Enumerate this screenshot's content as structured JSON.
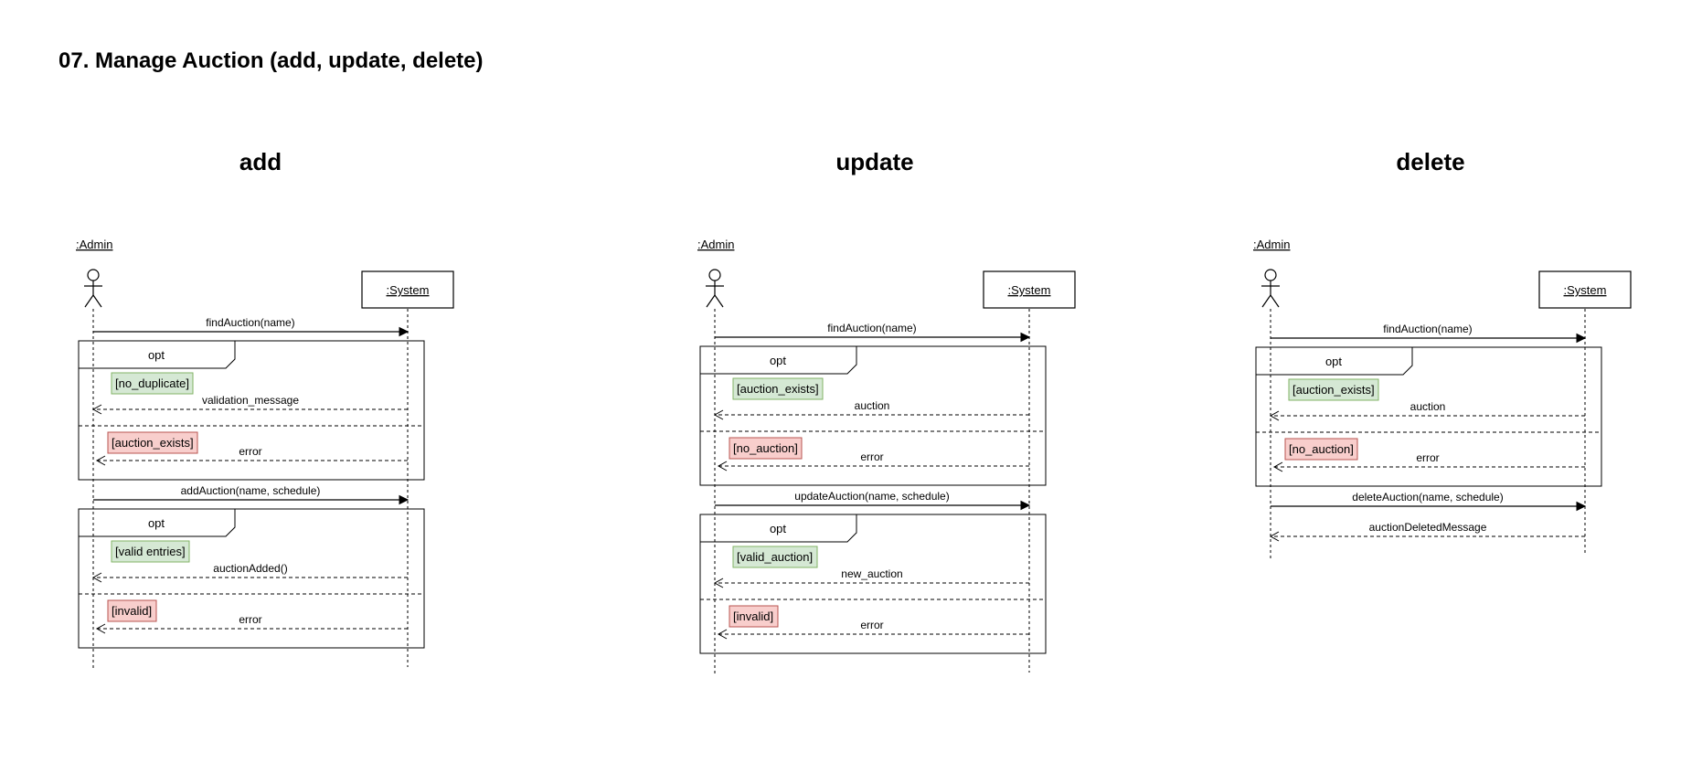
{
  "page": {
    "title": "07. Manage Auction (add, update, delete)"
  },
  "colors": {
    "guard_ok_fill": "#d5e8d4",
    "guard_ok_stroke": "#82b366",
    "guard_err_fill": "#f8cecc",
    "guard_err_stroke": "#b85450"
  },
  "sections": [
    {
      "title": "add",
      "actor": ":Admin",
      "system": ":System",
      "blocks": [
        {
          "call": "findAuction(name)",
          "opt": "opt",
          "branches": [
            {
              "guard": "[no_duplicate]",
              "status": "ok",
              "reply": "validation_message"
            },
            {
              "guard": "[auction_exists]",
              "status": "error",
              "reply": "error"
            }
          ]
        },
        {
          "call": "addAuction(name, schedule)",
          "opt": "opt",
          "branches": [
            {
              "guard": "[valid entries]",
              "status": "ok",
              "reply": "auctionAdded()"
            },
            {
              "guard": "[invalid]",
              "status": "error",
              "reply": "error"
            }
          ]
        }
      ]
    },
    {
      "title": "update",
      "actor": ":Admin",
      "system": ":System",
      "blocks": [
        {
          "call": "findAuction(name)",
          "opt": "opt",
          "branches": [
            {
              "guard": "[auction_exists]",
              "status": "ok",
              "reply": "auction"
            },
            {
              "guard": "[no_auction]",
              "status": "error",
              "reply": "error"
            }
          ]
        },
        {
          "call": "updateAuction(name, schedule)",
          "opt": "opt",
          "branches": [
            {
              "guard": "[valid_auction]",
              "status": "ok",
              "reply": "new_auction"
            },
            {
              "guard": "[invalid]",
              "status": "error",
              "reply": "error"
            }
          ]
        }
      ]
    },
    {
      "title": "delete",
      "actor": ":Admin",
      "system": ":System",
      "blocks": [
        {
          "call": "findAuction(name)",
          "opt": "opt",
          "branches": [
            {
              "guard": "[auction_exists]",
              "status": "ok",
              "reply": "auction"
            },
            {
              "guard": "[no_auction]",
              "status": "error",
              "reply": "error"
            }
          ]
        },
        {
          "call": "deleteAuction(name, schedule)",
          "reply": "auctionDeletedMessage"
        }
      ]
    }
  ]
}
